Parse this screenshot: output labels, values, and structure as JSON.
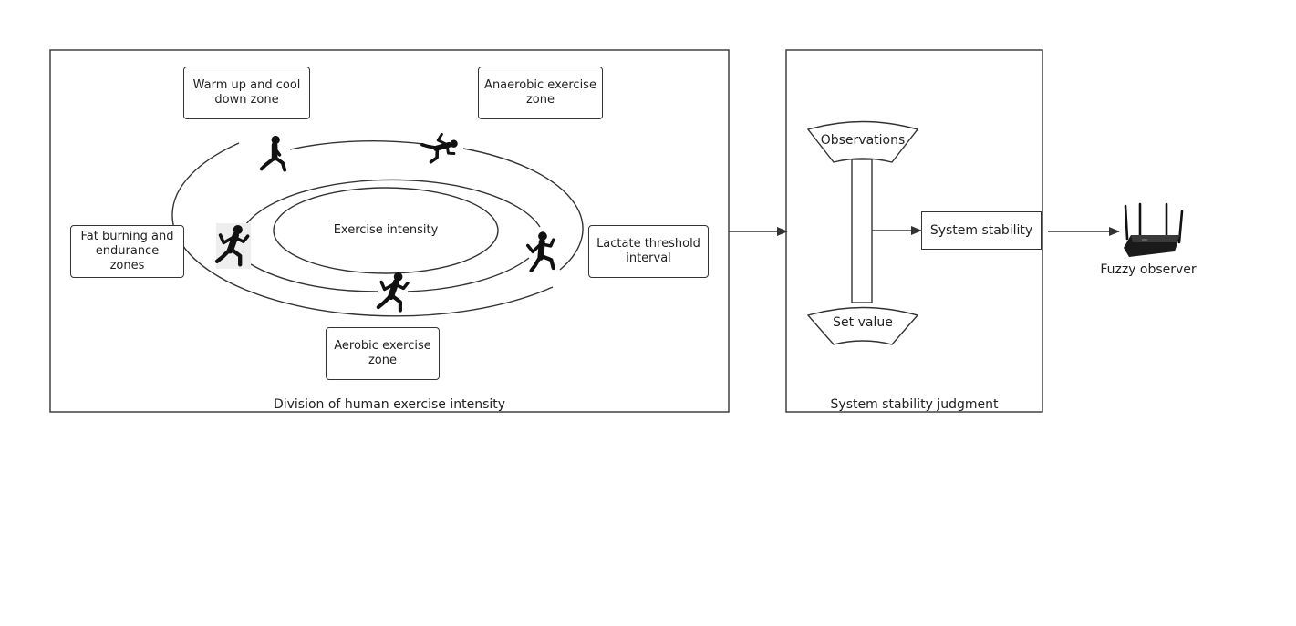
{
  "left_panel": {
    "caption": "Division of human exercise intensity",
    "center_label": "Exercise intensity",
    "zones": {
      "warmup": "Warm up and cool down zone",
      "anaerobic": "Anaerobic exercise zone",
      "fat_burning": "Fat burning and endurance zones",
      "lactate": "Lactate threshold interval",
      "aerobic": "Aerobic exercise zone"
    }
  },
  "right_panel": {
    "caption": "System stability judgment",
    "observations": "Observations",
    "set_value": "Set value",
    "stability": "System stability"
  },
  "output": {
    "label": "Fuzzy observer",
    "icon": "router-icon"
  },
  "colors": {
    "stroke": "#333333",
    "text": "#222222",
    "icon_fill": "#111111"
  }
}
